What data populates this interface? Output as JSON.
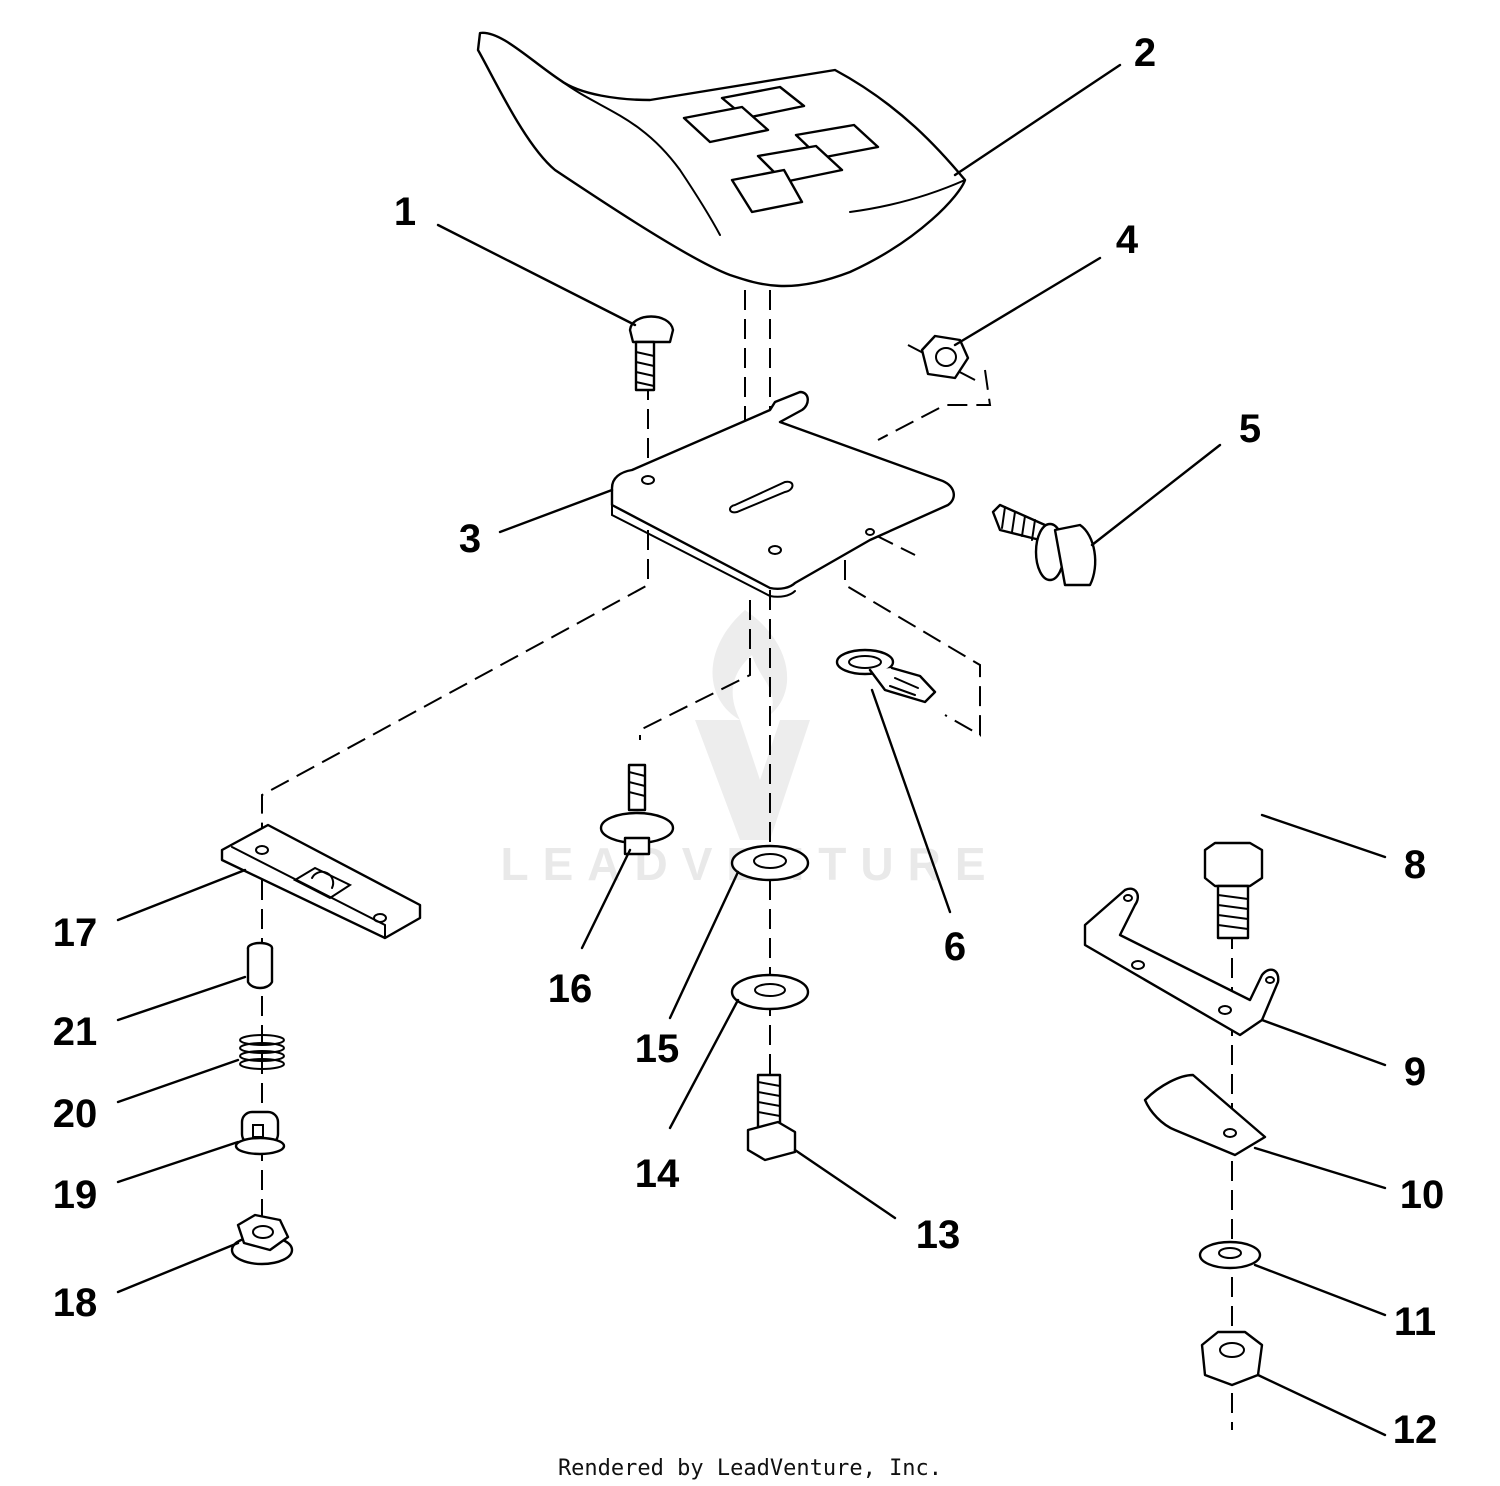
{
  "callouts": [
    {
      "id": "1",
      "label": "1"
    },
    {
      "id": "2",
      "label": "2"
    },
    {
      "id": "3",
      "label": "3"
    },
    {
      "id": "4",
      "label": "4"
    },
    {
      "id": "5",
      "label": "5"
    },
    {
      "id": "6",
      "label": "6"
    },
    {
      "id": "8",
      "label": "8"
    },
    {
      "id": "9",
      "label": "9"
    },
    {
      "id": "10",
      "label": "10"
    },
    {
      "id": "11",
      "label": "11"
    },
    {
      "id": "12",
      "label": "12"
    },
    {
      "id": "13",
      "label": "13"
    },
    {
      "id": "14",
      "label": "14"
    },
    {
      "id": "15",
      "label": "15"
    },
    {
      "id": "16",
      "label": "16"
    },
    {
      "id": "17",
      "label": "17"
    },
    {
      "id": "18",
      "label": "18"
    },
    {
      "id": "19",
      "label": "19"
    },
    {
      "id": "20",
      "label": "20"
    },
    {
      "id": "21",
      "label": "21"
    }
  ],
  "watermark": {
    "text": "LEADVENTURE"
  },
  "footer": {
    "text": "Rendered by LeadVenture, Inc."
  },
  "colors": {
    "line": "#000000",
    "background": "#ffffff",
    "watermark": "#e9e9e9"
  }
}
